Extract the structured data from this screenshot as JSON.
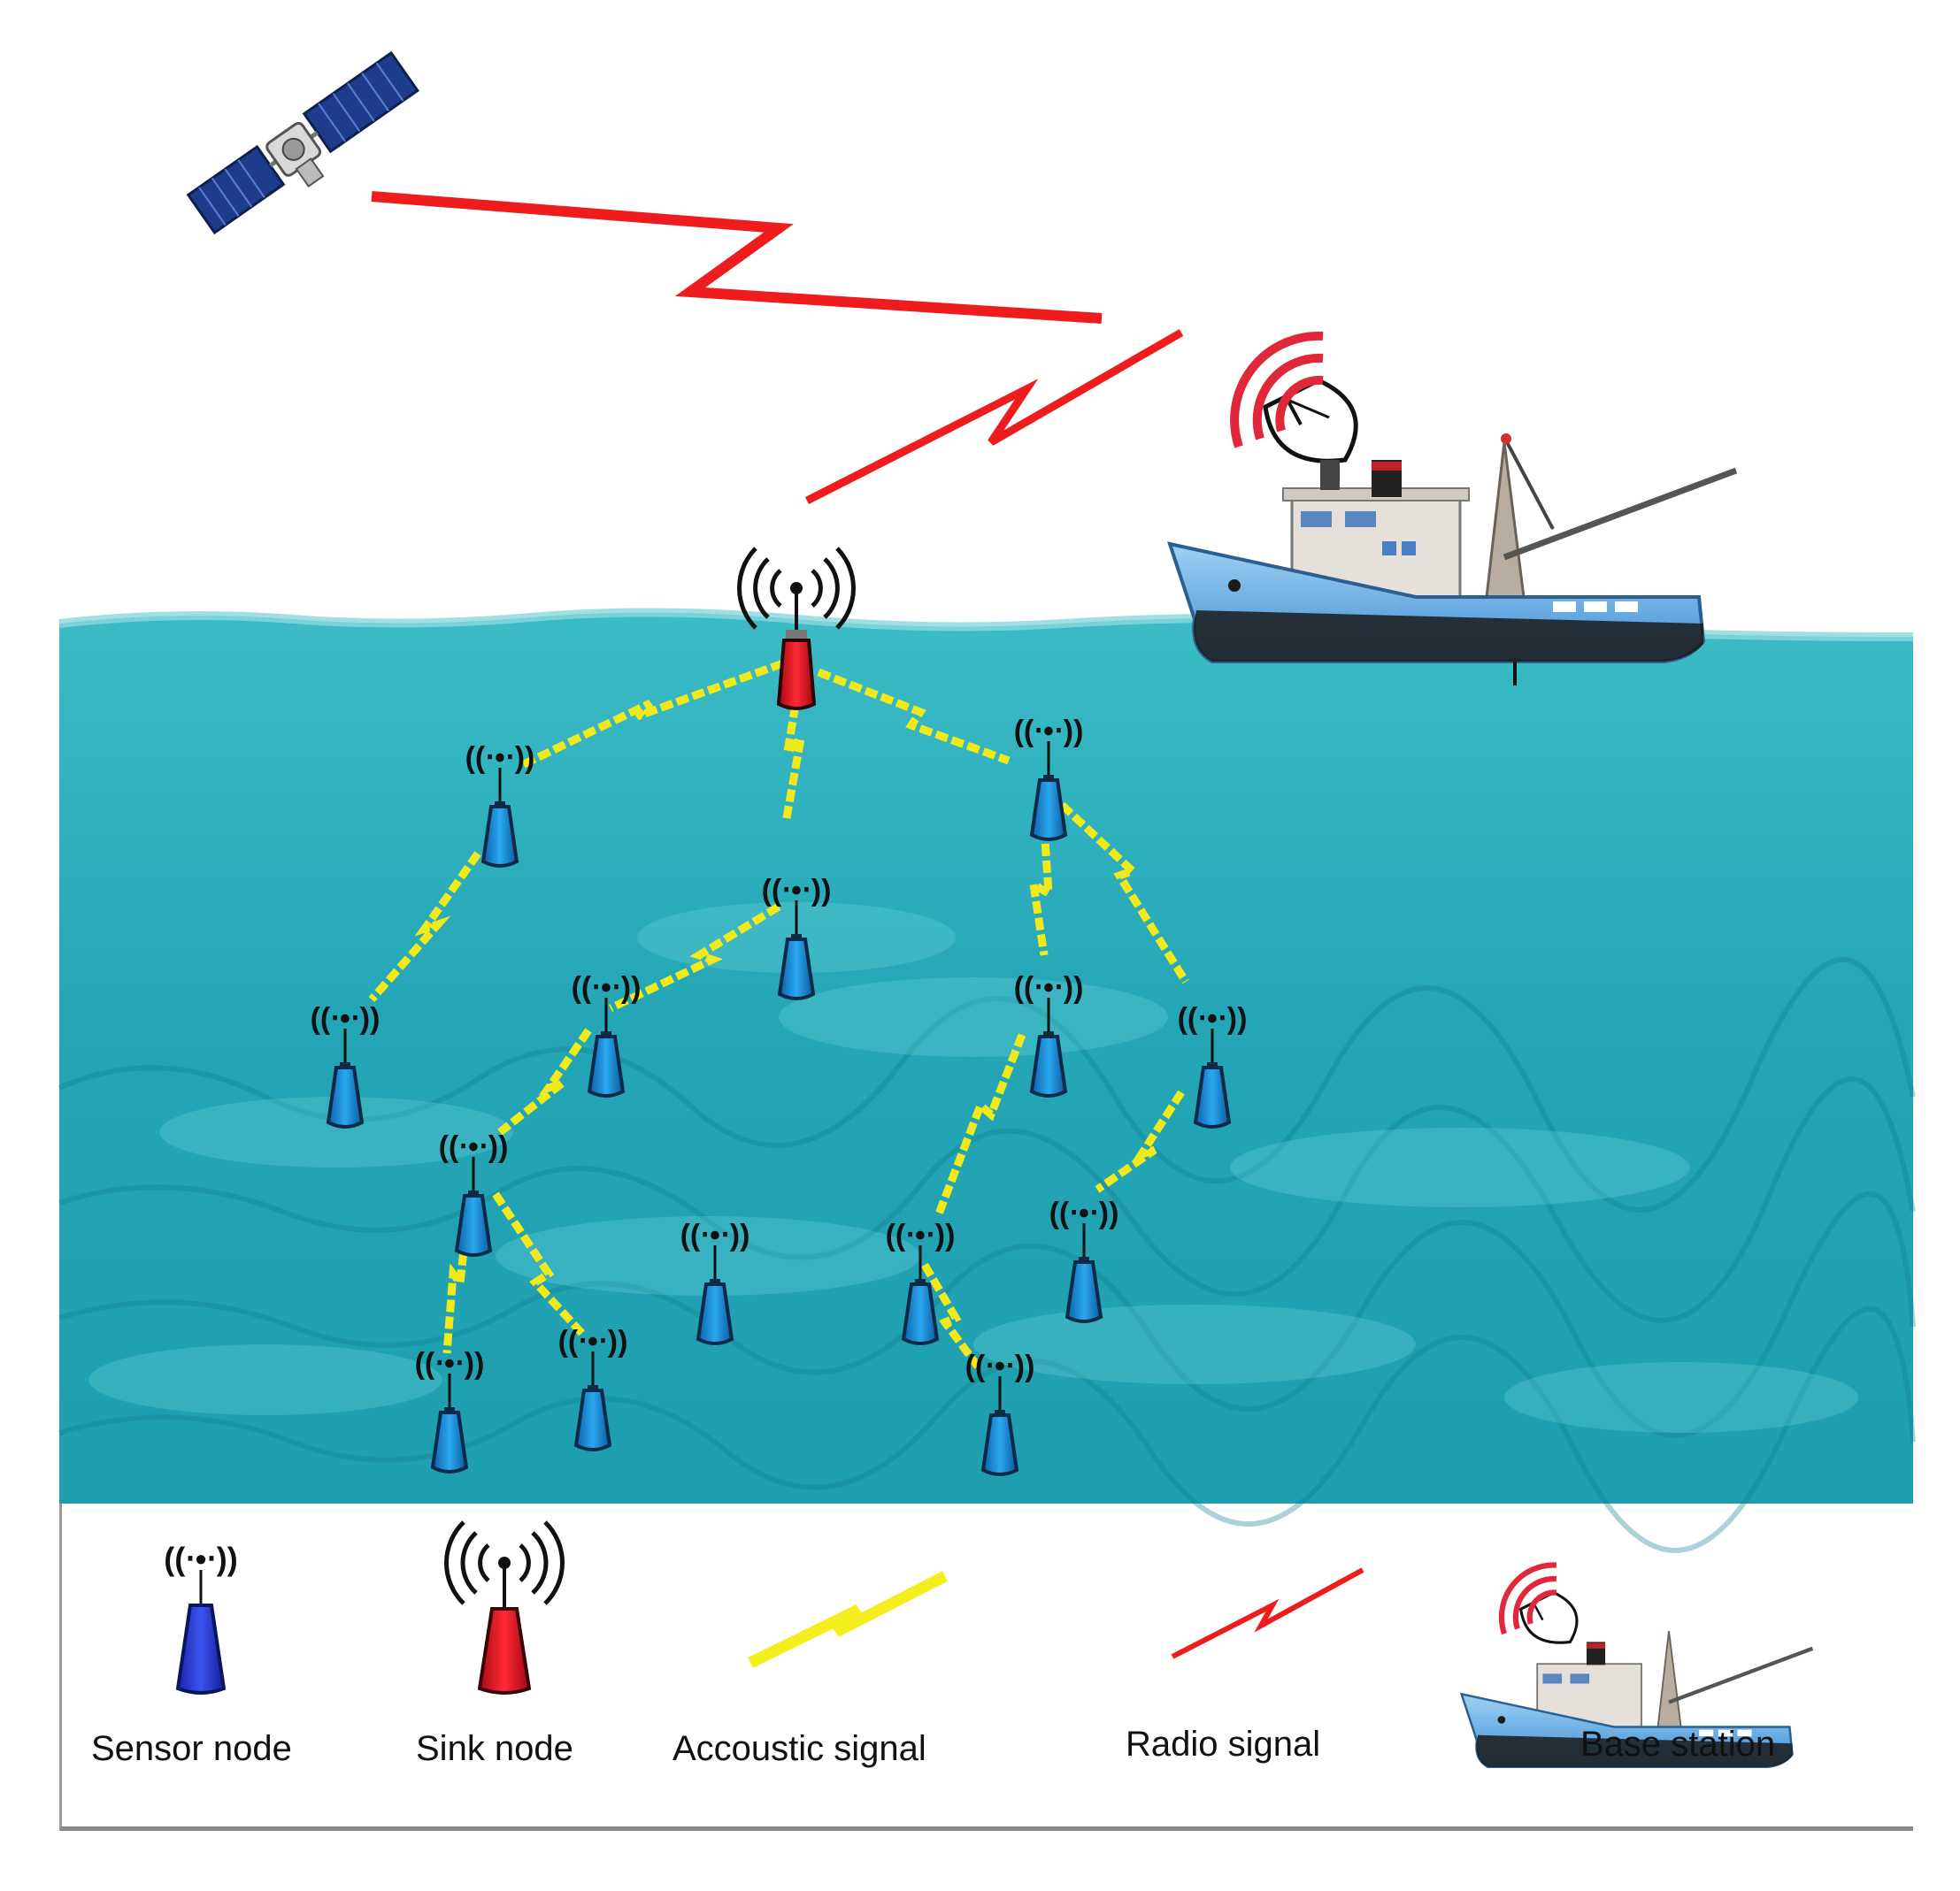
{
  "colors": {
    "water": "#2fb3bf",
    "water_deep": "#1c97a6",
    "sensor_node": "#1a8fd6",
    "sink_node": "#e0101e",
    "acoustic_signal": "#f2e91a",
    "radio_signal": "#ee1c1c",
    "legend_sensor_node": "#2036d8",
    "ship_hull": "#5aa6e0",
    "satellite_panel": "#1e3c8c"
  },
  "icons": {
    "satellite": "satellite-icon",
    "base_station": "ship-with-dish-icon",
    "sink_node": "sink-buoy-icon",
    "sensor_node": "sensor-node-icon",
    "acoustic_signal": "yellow-lightning-icon",
    "radio_signal": "red-lightning-icon"
  },
  "legend": {
    "sensor_node": "Sensor node",
    "sink_node": "Sink node",
    "acoustic_signal": "Accoustic signal",
    "radio_signal": "Radio signal",
    "base_station": "Base station"
  }
}
